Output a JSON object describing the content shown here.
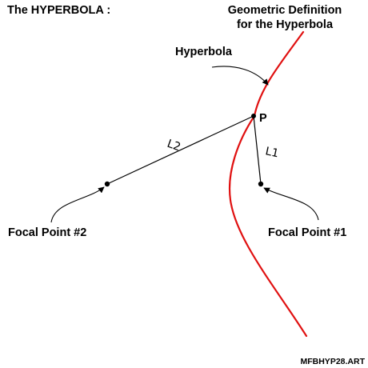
{
  "title": "The HYPERBOLA :",
  "heading": {
    "line1": "Geometric Definition",
    "line2": "for the Hyperbola"
  },
  "labels": {
    "hyperbola": "Hyperbola",
    "point_p": "P",
    "l1": "L1",
    "l2": "L2",
    "focal1": "Focal Point #1",
    "focal2": "Focal Point #2",
    "filename": "MFBHYP28.ART"
  },
  "colors": {
    "curve": "#e01010",
    "ink": "#000000",
    "background": "#ffffff"
  }
}
